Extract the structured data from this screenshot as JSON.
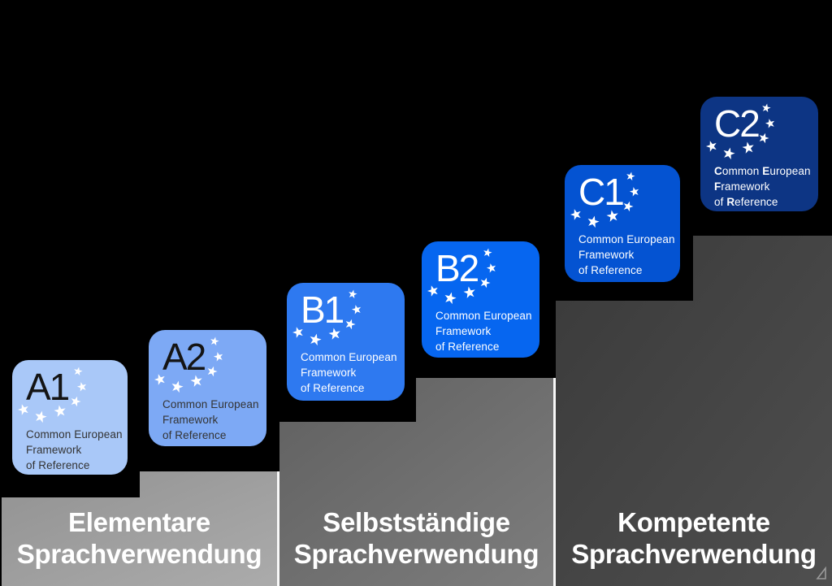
{
  "background_color": "#000000",
  "separator_color": "#f8f8f8",
  "star_color": "#ffffff",
  "cards": [
    {
      "code": "A1",
      "bg": "#a9c8f8",
      "text_color": "#141414",
      "lines": [
        "Common European",
        "Framework",
        "of Reference"
      ]
    },
    {
      "code": "A2",
      "bg": "#7da9f5",
      "text_color": "#141414",
      "lines": [
        "Common European",
        "Framework",
        "of Reference"
      ]
    },
    {
      "code": "B1",
      "bg": "#2e79f0",
      "text_color": "#ffffff",
      "lines": [
        "Common European",
        "Framework",
        "of Reference"
      ]
    },
    {
      "code": "B2",
      "bg": "#0666f0",
      "text_color": "#ffffff",
      "lines": [
        "Common European",
        "Framework",
        "of Reference"
      ]
    },
    {
      "code": "C1",
      "bg": "#0453d2",
      "text_color": "#ffffff",
      "lines": [
        "Common European",
        "Framework",
        "of Reference"
      ]
    },
    {
      "code": "C2",
      "bg": "#0d3584",
      "text_color": "#ffffff",
      "line1_segments": [
        "C",
        "ommon ",
        "E",
        "uropean"
      ],
      "line2_segments": [
        "F",
        "ramework"
      ],
      "line3_segments": [
        "of ",
        "R",
        "eference"
      ]
    }
  ],
  "groups": [
    {
      "label_line1": "Elementare",
      "label_line2": "Sprachverwendung",
      "gray_top": "#929292",
      "gray_bottom": "#ababab",
      "levels": [
        "A1",
        "A2"
      ]
    },
    {
      "label_line1": "Selbstständige",
      "label_line2": "Sprachverwendung",
      "gray_top": "#606060",
      "gray_bottom": "#7d7d7d",
      "levels": [
        "B1",
        "B2"
      ]
    },
    {
      "label_line1": "Kompetente",
      "label_line2": "Sprachverwendung",
      "gray_top": "#3a3a3a",
      "gray_bottom": "#4f4f4f",
      "levels": [
        "C1",
        "C2"
      ]
    }
  ],
  "label_color": "#ffffff"
}
